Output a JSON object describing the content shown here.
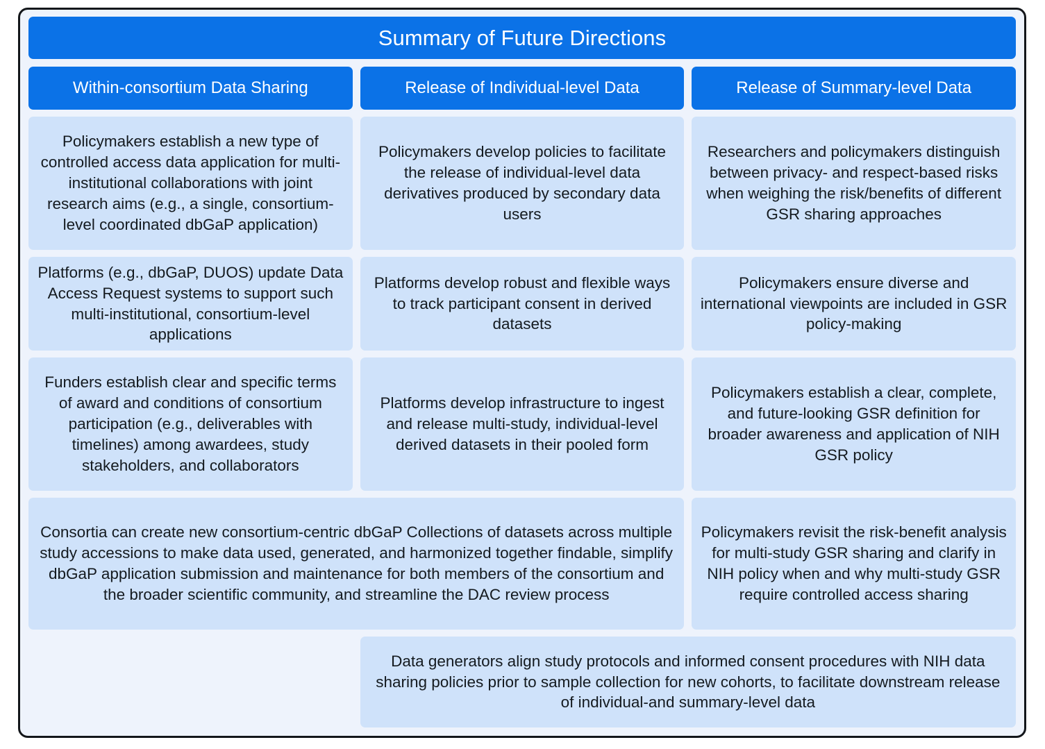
{
  "figure": {
    "title": "Summary of Future Directions",
    "colors": {
      "banner_blue": "#0b72e7",
      "cell_blue": "#cfe2fa",
      "page_background": "#eef3fc",
      "border": "#13161a",
      "text": "#141a1f",
      "banner_text": "#ffffff"
    }
  },
  "columns": [
    {
      "header": "Within-consortium Data Sharing"
    },
    {
      "header": "Release of Individual-level Data"
    },
    {
      "header": "Release of Summary-level Data"
    }
  ],
  "rows": [
    {
      "col1": "Policymakers establish a new type of controlled access data application for multi-institutional collaborations with joint research aims (e.g., a single, consortium-level coordinated dbGaP application)",
      "col2": "Policymakers develop policies to facilitate the release of individual-level data derivatives produced by secondary data users",
      "col3": "Researchers and policymakers distinguish between privacy- and respect-based risks when weighing the risk/benefits of different GSR sharing approaches"
    },
    {
      "col1": "Platforms (e.g., dbGaP, DUOS) update Data Access Request systems to support such multi-institutional, consortium-level applications",
      "col2": "Platforms develop robust and flexible ways to track participant consent in derived datasets",
      "col3": "Policymakers ensure diverse and international viewpoints are included in GSR policy-making"
    },
    {
      "col1": "Funders establish clear and specific terms of award and conditions of consortium participation (e.g., deliverables with timelines) among awardees, study stakeholders, and collaborators",
      "col2": "Platforms develop infrastructure to ingest and release multi-study, individual-level derived datasets in their pooled form",
      "col3": "Policymakers establish a clear, complete, and future-looking GSR definition for broader awareness and application of NIH GSR policy"
    },
    {
      "span_col1_col2": "Consortia can create new consortium-centric dbGaP Collections of datasets across multiple study accessions to make data used, generated, and harmonized together findable, simplify dbGaP application submission and maintenance for both members of the consortium and the broader scientific community, and streamline the DAC review process",
      "col3": "Policymakers revisit the risk-benefit analysis for multi-study GSR sharing and clarify in NIH policy when and why multi-study GSR require controlled access sharing"
    },
    {
      "col1": "",
      "span_col2_col3": "Data generators align study protocols and informed consent procedures with NIH data sharing policies prior to sample collection for new cohorts, to facilitate downstream release of individual-and summary-level data"
    }
  ]
}
